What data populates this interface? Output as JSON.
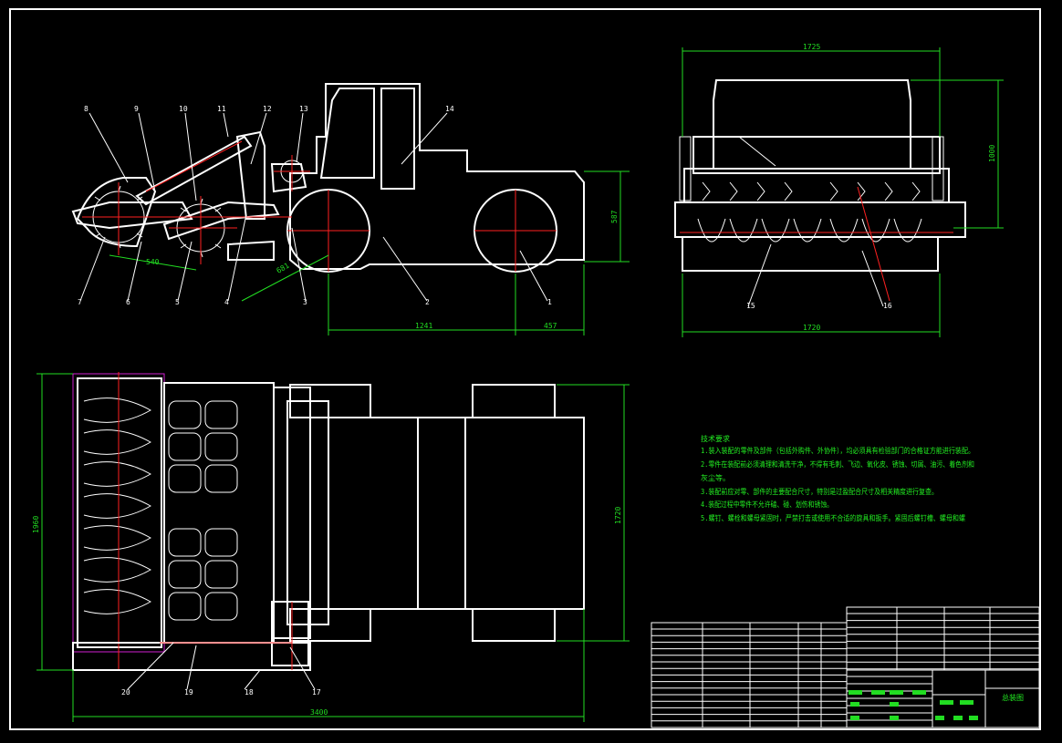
{
  "drawing": {
    "side_view": {
      "part_labels": [
        "1",
        "2",
        "3",
        "4",
        "5",
        "6",
        "7",
        "8",
        "9",
        "10",
        "11",
        "12",
        "13",
        "14"
      ],
      "dimensions": [
        "540",
        "587",
        "1241",
        "457",
        "681"
      ]
    },
    "front_view": {
      "part_labels": [
        "15",
        "16"
      ],
      "dimensions": [
        "1725",
        "1000",
        "1720"
      ]
    },
    "top_view": {
      "part_labels": [
        "17",
        "18",
        "19",
        "20"
      ],
      "dimensions": [
        "1960",
        "1720",
        "3400"
      ]
    },
    "technical_requirements": {
      "title": "技术要求",
      "lines": [
        "1.装入装配的零件及部件（包括外购件、外协件），均必须具有检验部门的合格证方能进行装配。",
        "2.零件在装配前必须清理和清洗干净，不得有毛刺、飞边、氧化皮、锈蚀、切屑、油污、着色剂和",
        "灰尘等。",
        "3.装配前应对零、部件的主要配合尺寸，特别是过盈配合尺寸及相关精度进行复查。",
        "4.装配过程中零件不允许磕、碰、划伤和锈蚀。",
        "5.螺钉、螺栓和螺母紧固时，严禁打击或使用不合适的旋具和扳手。紧固后螺钉槽、螺母和螺"
      ]
    },
    "title_block": {
      "drawing_name": "总装图"
    }
  },
  "colors": {
    "background": "#000000",
    "outline": "#ffffff",
    "centerline": "#ff2020",
    "dimension": "#22dd22",
    "hatch": "#d020d0"
  }
}
